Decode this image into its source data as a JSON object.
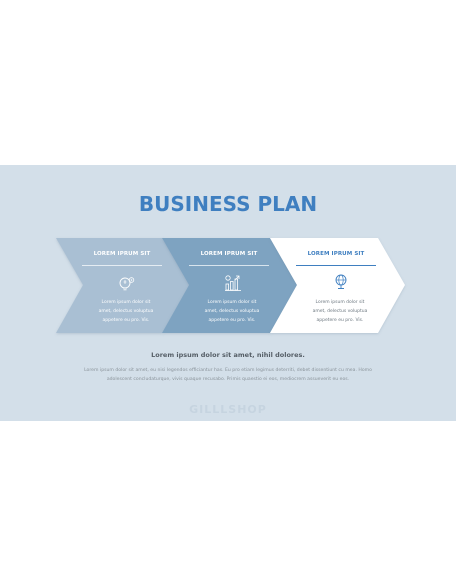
{
  "title": "BUSINESS PLAN",
  "steps": [
    {
      "heading": "LOREM IPRUM SIT",
      "icon": "lightbulb-gear-icon",
      "body": [
        "Lorem ipsum dolor sit",
        "amet, delectus voluptua",
        "appetere eu pro. Vis."
      ],
      "bg": "#a9bfd3",
      "text_color": "#ffffff"
    },
    {
      "heading": "LOREM IPRUM SIT",
      "icon": "chart-growth-icon",
      "body": [
        "Lorem ipsum dolor sit",
        "amet, delectus voluptua",
        "appetere eu pro. Vis."
      ],
      "bg": "#7ea3c1",
      "text_color": "#ffffff"
    },
    {
      "heading": "LOREM IPRUM SIT",
      "icon": "globe-stand-icon",
      "body": [
        "Lorem ipsum dolor sit",
        "amet, delectus voluptua",
        "appetere eu pro. Vis."
      ],
      "bg": "#ffffff",
      "text_color": "#3f7fc0"
    }
  ],
  "subtitle": "Lorem ipsum dolor sit amet, nihil dolores.",
  "description": [
    "Lorem ipsum dolor sit amet, eu nisi legendos efficiantur has. Eu pro etiam legimus deterriti, debet dissentiunt cu mea. Homo",
    "adolescent concludaturque, vivis quaque recusabo. Primis quaestio ei eos, mediocrem assueverit eu eos."
  ],
  "watermark": "GILLLSHOP",
  "colors": {
    "slide_bg": "#d3dfe9",
    "title": "#3f7fc0",
    "step1": "#a9bfd3",
    "step2": "#7ea3c1",
    "step3": "#ffffff"
  }
}
